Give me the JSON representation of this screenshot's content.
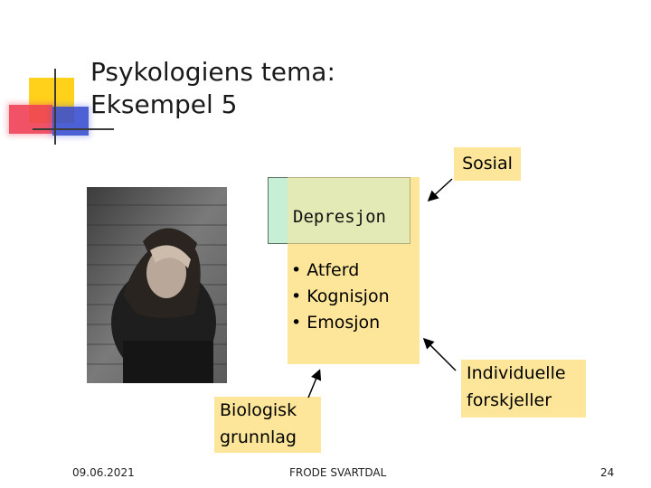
{
  "slide": {
    "title_lines": [
      "Psykologiens tema:",
      "Eksempel 5"
    ],
    "sosial": "Sosial",
    "center_title": "Depresjon",
    "bullets": [
      "• Atferd",
      "• Kognisjon",
      "• Emosjon"
    ],
    "biologisk": [
      "Biologisk",
      "grunnlag"
    ],
    "individuelle": [
      "Individuelle",
      "forskjeller"
    ],
    "photo_icon": "person-photo",
    "accent_colors": {
      "box_fill": "#fde69a",
      "teal_fill": "#c6efd6"
    }
  },
  "footer": {
    "date": "09.06.2021",
    "author": "FRODE SVARTDAL",
    "page": "24"
  }
}
